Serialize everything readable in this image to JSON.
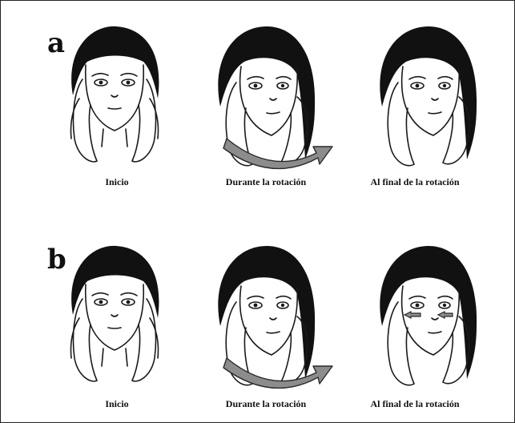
{
  "rows": [
    {
      "letter": "a",
      "panels": [
        {
          "caption": "Inicio",
          "pose": "front",
          "arrow": "none",
          "nose_arrows": false
        },
        {
          "caption": "Durante la rotación",
          "pose": "turn",
          "arrow": "rotation",
          "nose_arrows": false
        },
        {
          "caption": "Al final de la rotación",
          "pose": "turn",
          "arrow": "none",
          "nose_arrows": false
        }
      ]
    },
    {
      "letter": "b",
      "panels": [
        {
          "caption": "Inicio",
          "pose": "front",
          "arrow": "none",
          "nose_arrows": false
        },
        {
          "caption": "Durante la rotación",
          "pose": "turn",
          "arrow": "rotation",
          "nose_arrows": false
        },
        {
          "caption": "Al final de la rotación",
          "pose": "turn",
          "arrow": "none",
          "nose_arrows": true
        }
      ]
    }
  ],
  "colors": {
    "hair": "#111111",
    "line": "#1a1a1a",
    "arrow_fill": "#8c8c8c",
    "arrow_stroke": "#2a2a2a"
  }
}
